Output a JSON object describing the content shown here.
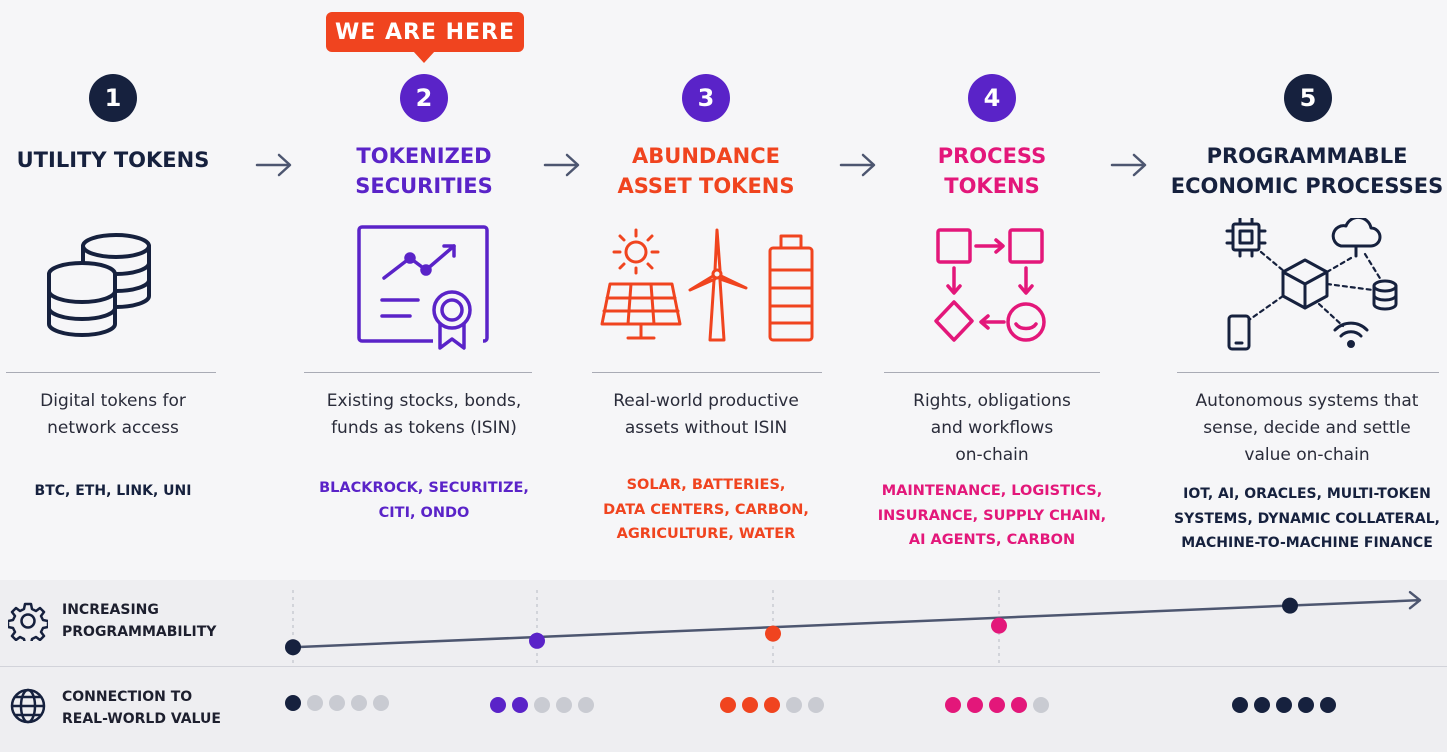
{
  "badge": "WE ARE HERE",
  "colors": {
    "navy": "#16213e",
    "purple": "#5a23c8",
    "orange": "#f0441f",
    "pink": "#e3177a",
    "gray": "#c9cbd2",
    "line": "#4d5670"
  },
  "stages": [
    {
      "number": "1",
      "title": [
        "UTILITY TOKENS"
      ],
      "description": [
        "Digital tokens for",
        "network access"
      ],
      "examples": [
        "BTC, ETH, LINK, UNI"
      ],
      "icon": "coins-stack-icon",
      "color": "#16213e",
      "connection": 1
    },
    {
      "number": "2",
      "title": [
        "TOKENIZED",
        "SECURITIES"
      ],
      "description": [
        "Existing stocks, bonds,",
        "funds as tokens (ISIN)"
      ],
      "examples": [
        "BLACKROCK, SECURITIZE,",
        "CITI, ONDO"
      ],
      "icon": "certificate-chart-icon",
      "color": "#5a23c8",
      "connection": 2
    },
    {
      "number": "3",
      "title": [
        "ABUNDANCE",
        "ASSET TOKENS"
      ],
      "description": [
        "Real-world productive",
        "assets without ISIN"
      ],
      "examples": [
        "SOLAR, BATTERIES,",
        "DATA CENTERS, CARBON,",
        "AGRICULTURE, WATER"
      ],
      "icon": "solar-wind-battery-icon",
      "color": "#f0441f",
      "connection": 3
    },
    {
      "number": "4",
      "title": [
        "PROCESS",
        "TOKENS"
      ],
      "description": [
        "Rights, obligations",
        "and workflows",
        "on-chain"
      ],
      "examples": [
        "MAINTENANCE, LOGISTICS,",
        "INSURANCE, SUPPLY CHAIN,",
        "AI AGENTS, CARBON"
      ],
      "icon": "workflow-icon",
      "color": "#e3177a",
      "connection": 4
    },
    {
      "number": "5",
      "title": [
        "PROGRAMMABLE",
        "ECONOMIC PROCESSES"
      ],
      "description": [
        "Autonomous systems that",
        "sense, decide and settle",
        "value on-chain"
      ],
      "examples": [
        "IOT, AI, ORACLES, MULTI-TOKEN",
        "SYSTEMS, DYNAMIC COLLATERAL,",
        "MACHINE-TO-MACHINE FINANCE"
      ],
      "icon": "network-cube-icon",
      "color": "#16213e",
      "connection": 5
    }
  ],
  "rows": {
    "programmability": [
      "INCREASING",
      "PROGRAMMABILITY"
    ],
    "connection": [
      "CONNECTION TO",
      "REAL-WORLD VALUE"
    ]
  },
  "programmability_levels": [
    0.06,
    0.14,
    0.23,
    0.33,
    0.58
  ],
  "connection_max": 5
}
